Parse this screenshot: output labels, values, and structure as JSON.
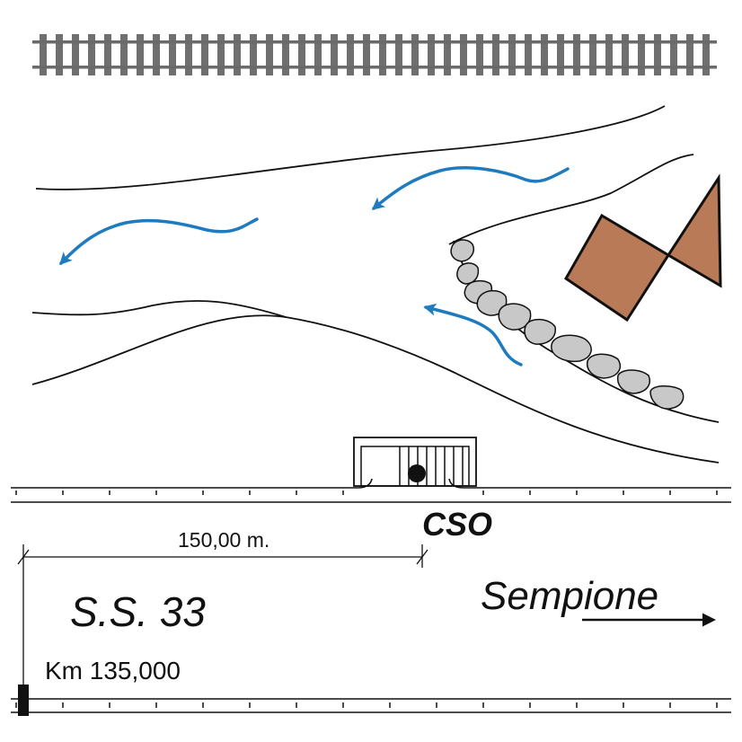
{
  "labels": {
    "cso": "CSO",
    "distance": "150,00 m.",
    "road": "S.S. 33",
    "kilometer": "Km 135,000",
    "direction": "Sempione"
  },
  "colors": {
    "flow_arrows": "#1f7bbf",
    "buildings": "#b97a57",
    "rocks": "#c8c8c8",
    "rail_ties": "#6f6f6f",
    "lines": "#111111"
  },
  "icons": {
    "flow": "arrow-left-curved",
    "direction": "arrow-right",
    "cso_outlet": "filled-circle"
  }
}
